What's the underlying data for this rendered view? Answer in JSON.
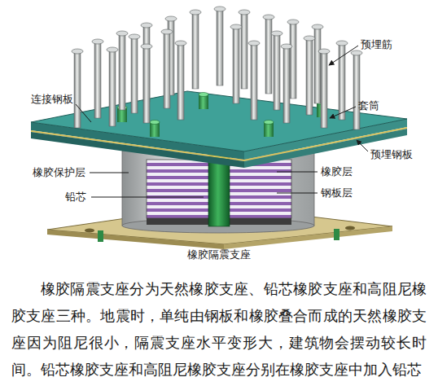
{
  "diagram": {
    "caption": "橡胶隔震支座",
    "labels": [
      "预埋筋",
      "套筒",
      "连接钢板",
      "预埋钢板",
      "橡胶保护层",
      "铅芯",
      "橡胶层",
      "钢板层",
      "橡胶隔震支座分为天然橡胶支座、铅芯橡胶支座和高阻尼橡胶支座三种。地震时，单纯由钢板和橡胶叠合而成的天然橡胶支座因为阻尼很小，隔震支座水平变形大，建筑物会摆动较长时间。铅芯橡胶支座和高阻尼橡胶支座分别在橡胶支座中加入铅芯"
    ]
  }
}
